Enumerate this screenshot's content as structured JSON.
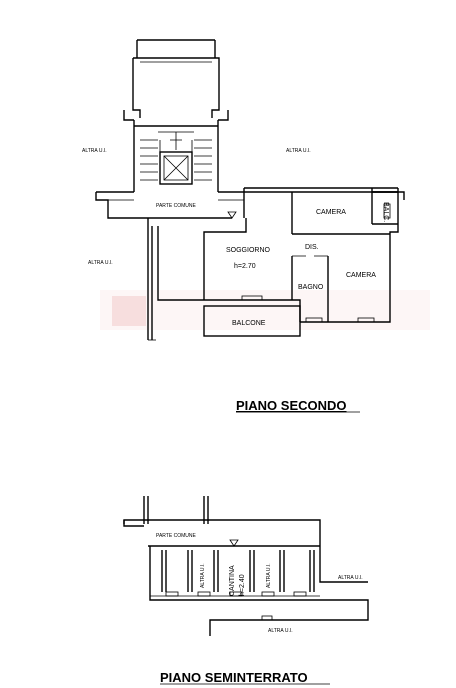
{
  "upper_plan": {
    "title": "PIANO SECONDO",
    "labels": {
      "altra_ui_left_top": "ALTRA U.I.",
      "altra_ui_right_top": "ALTRA U.I.",
      "altra_ui_left_mid": "ALTRA U.I.",
      "parte_comune": "PARTE COMUNE",
      "camera_top": "CAMERA",
      "balc": "BALC.",
      "dis": "DIS.",
      "soggiorno": "SOGGIORNO",
      "soggiorno_height": "h=2.70",
      "camera_bottom": "CAMERA",
      "bagno": "BAGNO",
      "balcone": "BALCONE"
    }
  },
  "lower_plan": {
    "title": "PIANO SEMINTERRATO",
    "labels": {
      "parte_comune": "PARTE COMUNE",
      "altra_ui_cell_1": "ALTRA U.I.",
      "cantina": "CANTINA",
      "cantina_height": "h=2.40",
      "altra_ui_cell_3": "ALTRA U.I.",
      "altra_ui_right": "ALTRA U.I.",
      "altra_ui_bottom": "ALTRA U.I."
    }
  }
}
